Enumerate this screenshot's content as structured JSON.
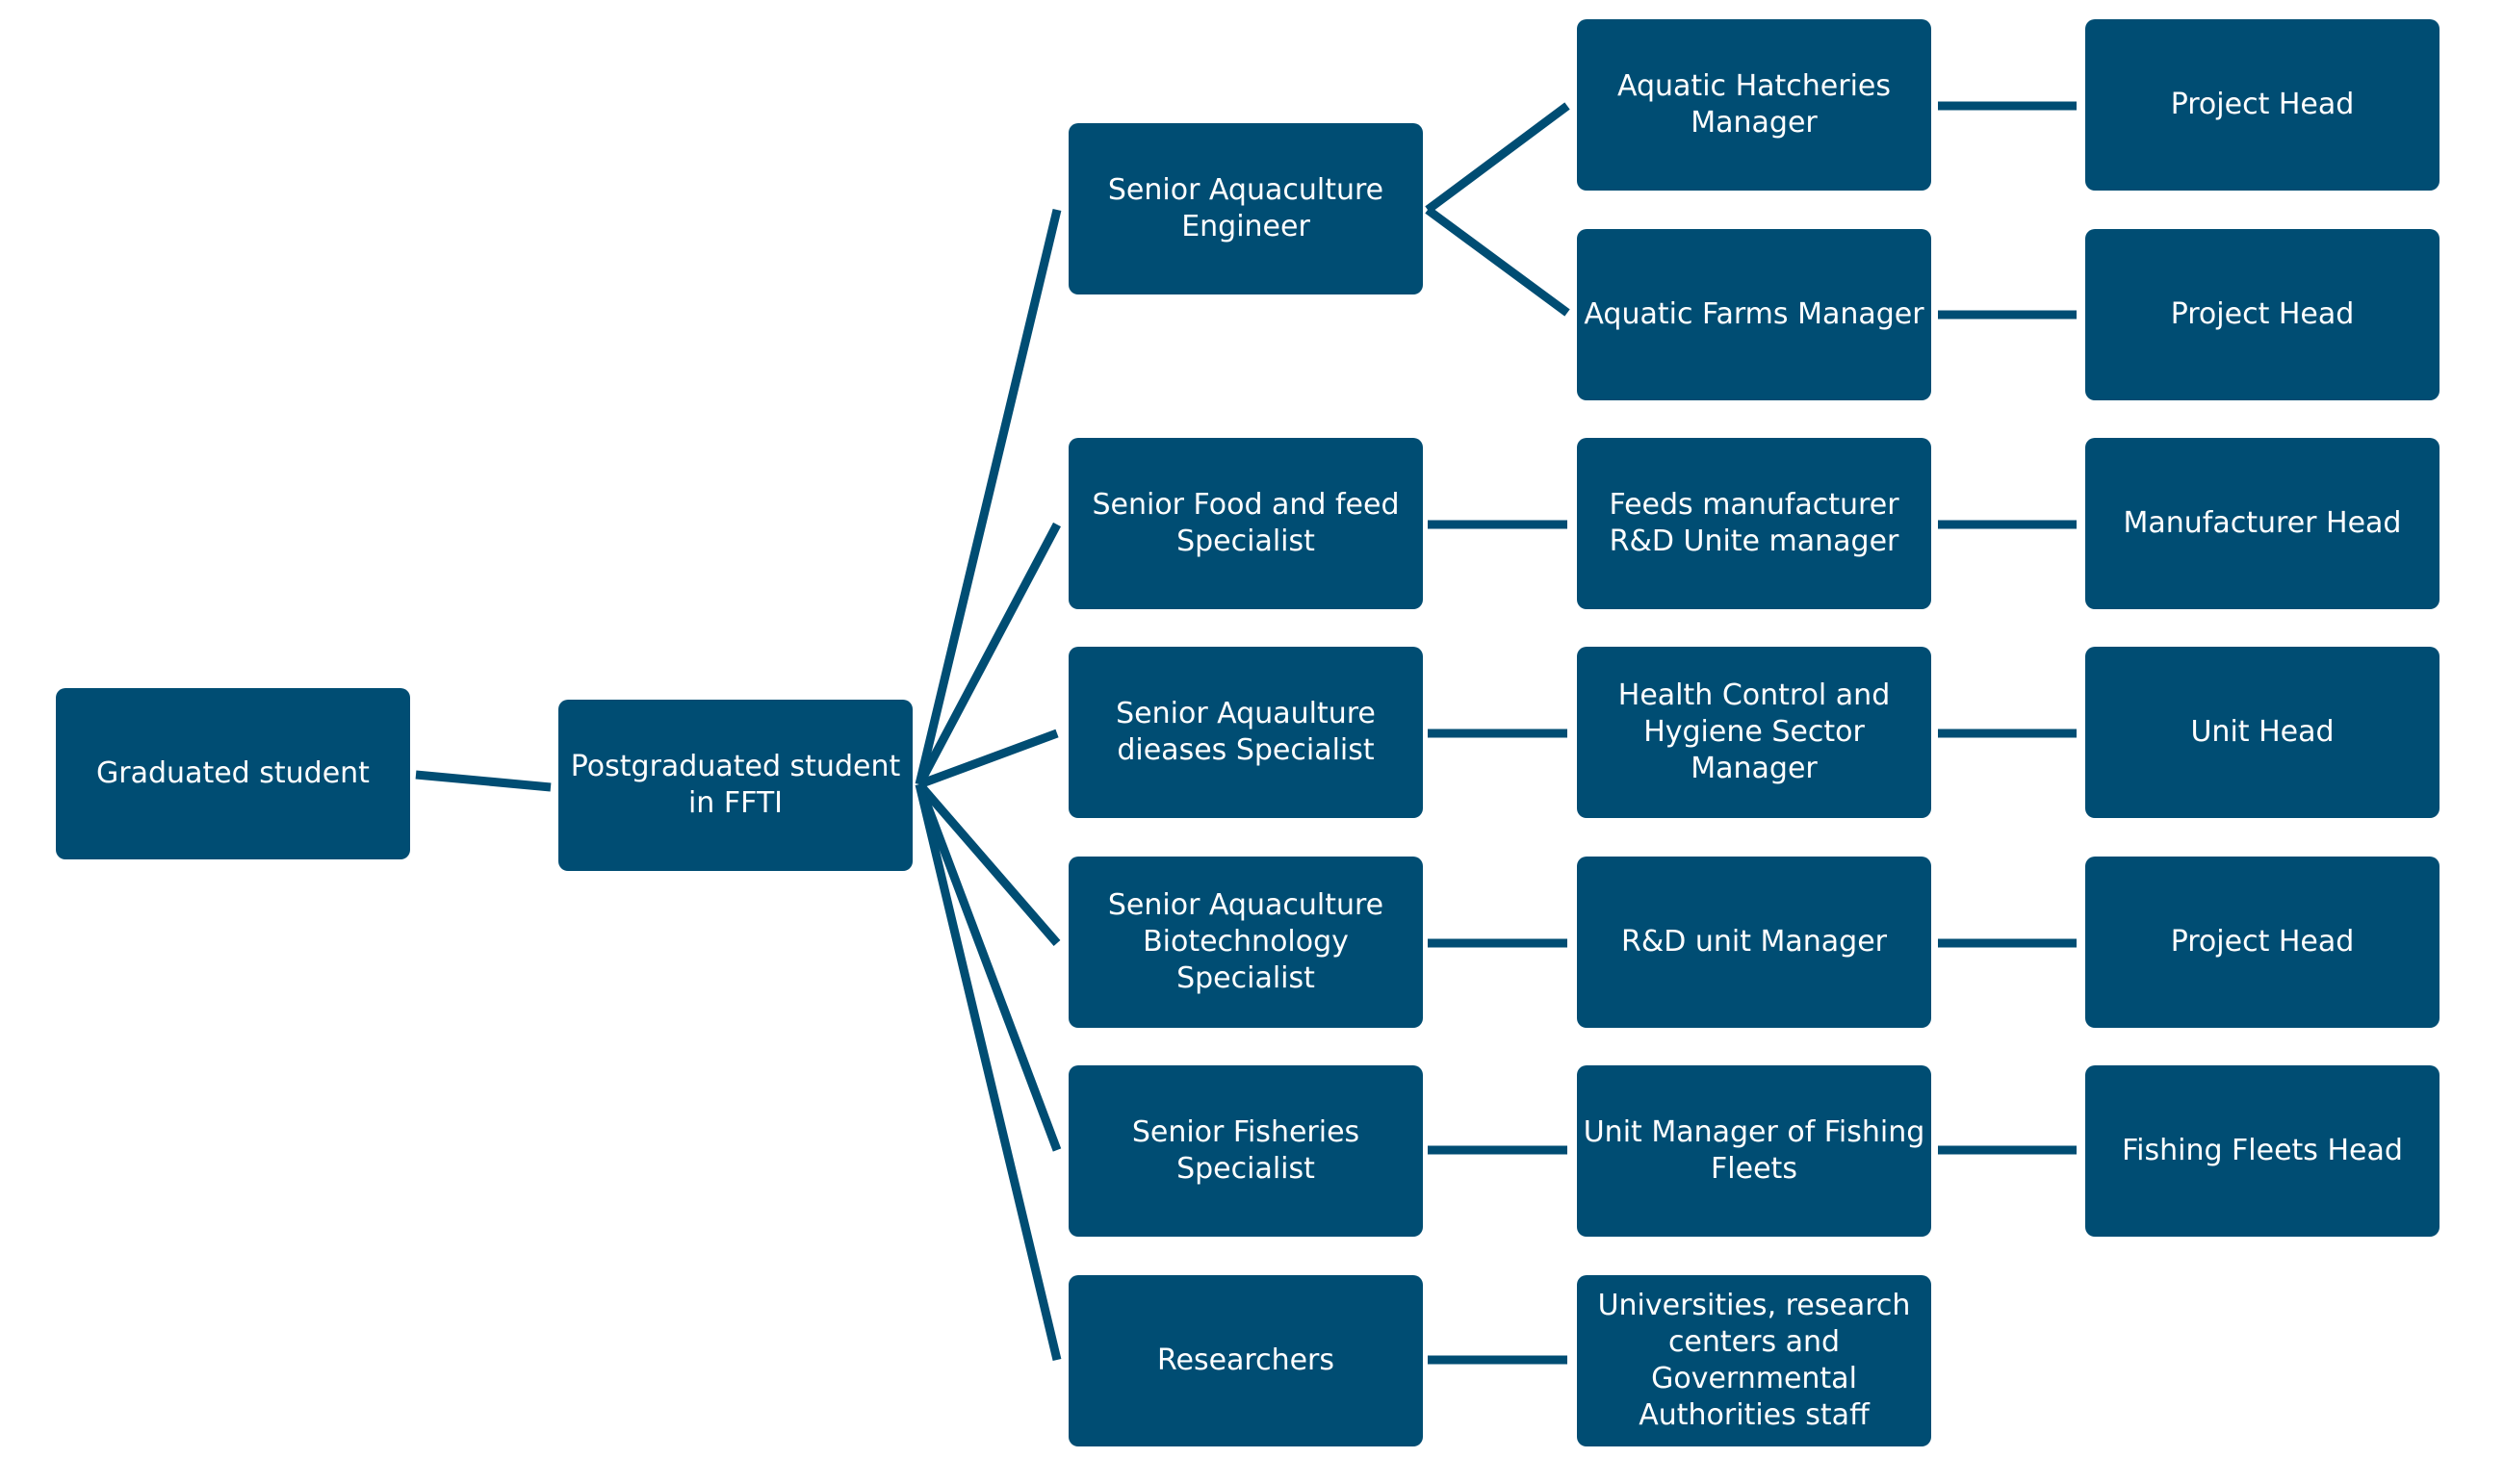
{
  "diagram": {
    "colors": {
      "box_fill": "#004d73",
      "connector": "#004d73",
      "text": "#ffffff",
      "background": "#ffffff"
    },
    "nodes": {
      "graduated": "Graduated student",
      "postgraduate": "Postgraduated student in FFTI",
      "sr_aquaculture_engineer": "Senior Aquaculture Engineer",
      "sr_food_feed": "Senior Food and feed Specialist",
      "sr_diseases": "Senior Aquaulture dieases Specialist",
      "sr_biotech": "Senior Aquaculture Biotechnology Specialist",
      "sr_fisheries": "Senior Fisheries Specialist",
      "researchers": "Researchers",
      "hatcheries_manager": "Aquatic Hatcheries Manager",
      "farms_manager": "Aquatic Farms Manager",
      "feeds_rd_manager": "Feeds manufacturer R&D Unite manager",
      "health_control_manager": "Health Control and Hygiene Sector Manager",
      "rd_unit_manager": "R&D unit Manager",
      "fishing_fleets_manager": "Unit Manager of Fishing Fleets",
      "universities_staff": "Universities, research centers and Governmental Authorities staff",
      "project_head_1": "Project Head",
      "project_head_2": "Project Head",
      "manufacturer_head": "Manufacturer Head",
      "unit_head": "Unit Head",
      "project_head_3": "Project Head",
      "fishing_fleets_head": "Fishing Fleets Head"
    }
  }
}
